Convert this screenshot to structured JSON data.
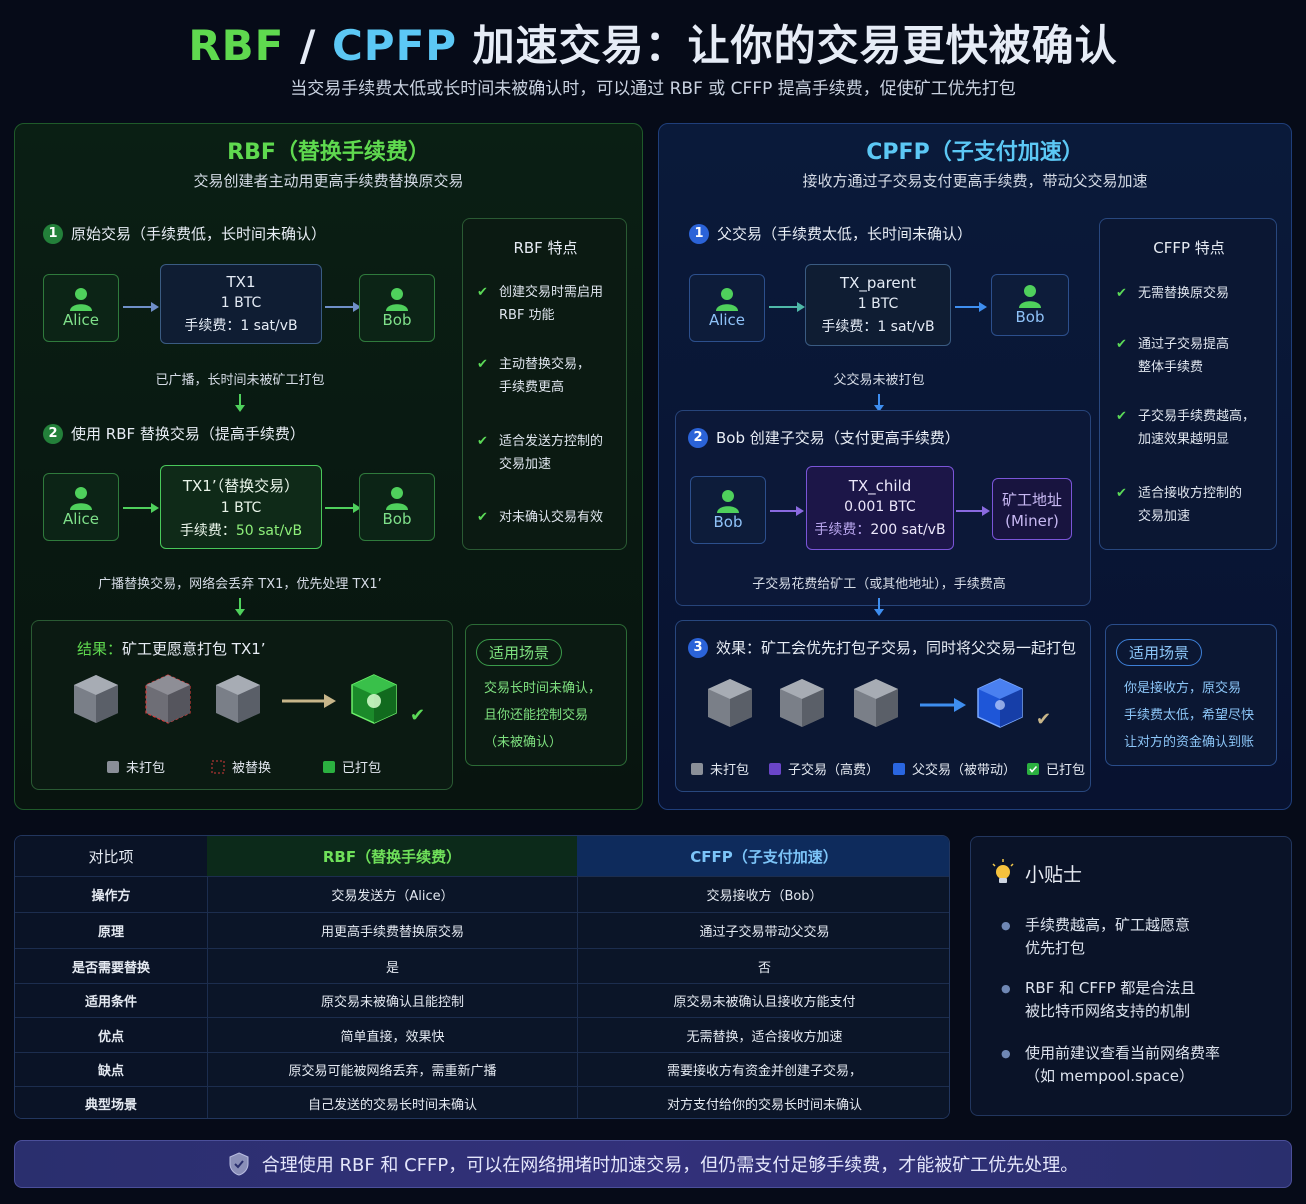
{
  "header": {
    "title_rbf": "RBF",
    "title_sep": " / ",
    "title_cpfp": "CPFP",
    "title_rest": " 加速交易：让你的交易更快被确认",
    "subtitle": "当交易手续费太低或长时间未被确认时，可以通过 RBF 或 CFFP 提高手续费，促使矿工优先打包"
  },
  "rbf": {
    "heading": "RBF（替换手续费）",
    "sub": "交易创建者主动用更高手续费替换原交易",
    "step1": {
      "num": "1",
      "label": "原始交易（手续费低，长时间未确认）"
    },
    "alice": "Alice",
    "bob": "Bob",
    "tx1": {
      "name": "TX1",
      "amount": "1 BTC",
      "fee_label": "手续费：",
      "fee": "1 sat/vB"
    },
    "note1": "已广播，长时间未被矿工打包",
    "step2": {
      "num": "2",
      "label": "使用 RBF 替换交易（提高手续费）"
    },
    "tx1b": {
      "name": "TX1’（替换交易）",
      "amount": "1 BTC",
      "fee_label": "手续费：",
      "fee": "50 sat/vB"
    },
    "note2": "广播替换交易，网络会丢弃 TX1，优先处理 TX1’",
    "features": {
      "title": "RBF 特点",
      "items": [
        [
          "创建交易时需启用",
          "RBF 功能"
        ],
        [
          "主动替换交易，",
          "手续费更高"
        ],
        [
          "适合发送方控制的",
          "交易加速"
        ],
        [
          "对未确认交易有效"
        ]
      ]
    },
    "result": {
      "label": "结果：",
      "text": "矿工更愿意打包 TX1’"
    },
    "legend": [
      "未打包",
      "被替换",
      "已打包"
    ],
    "scenario": {
      "title": "适用场景",
      "lines": [
        "交易长时间未确认，",
        "且你还能控制交易",
        "（未被确认）"
      ]
    }
  },
  "cpfp": {
    "heading": "CPFP（子支付加速）",
    "sub": "接收方通过子交易支付更高手续费，带动父交易加速",
    "step1": {
      "num": "1",
      "label": "父交易（手续费太低，长时间未确认）"
    },
    "alice": "Alice",
    "bob": "Bob",
    "tx_parent": {
      "name": "TX_parent",
      "amount": "1 BTC",
      "fee_label": "手续费：",
      "fee": "1 sat/vB"
    },
    "note1": "父交易未被打包",
    "step2": {
      "num": "2",
      "label": "Bob 创建子交易（支付更高手续费）"
    },
    "bob2": "Bob",
    "tx_child": {
      "name": "TX_child",
      "amount": "0.001 BTC",
      "fee_label": "手续费：",
      "fee": "200 sat/vB"
    },
    "miner": {
      "line1": "矿工地址",
      "line2": "(Miner)"
    },
    "note2": "子交易花费给矿工（或其他地址），手续费高",
    "features": {
      "title": "CFFP 特点",
      "items": [
        [
          "无需替换原交易"
        ],
        [
          "通过子交易提高",
          "整体手续费"
        ],
        [
          "子交易手续费越高，",
          "加速效果越明显"
        ],
        [
          "适合接收方控制的",
          "交易加速"
        ]
      ]
    },
    "step3": {
      "num": "3",
      "label": "效果：矿工会优先打包子交易，同时将父交易一起打包"
    },
    "legend": [
      "未打包",
      "子交易（高费）",
      "父交易（被带动）",
      "已打包"
    ],
    "scenario": {
      "title": "适用场景",
      "lines": [
        "你是接收方，原交易",
        "手续费太低，希望尽快",
        "让对方的资金确认到账"
      ]
    }
  },
  "table": {
    "headers": [
      "对比项",
      "RBF（替换手续费）",
      "CFFP（子支付加速）"
    ],
    "rows": [
      [
        "操作方",
        "交易发送方（Alice）",
        "交易接收方（Bob）"
      ],
      [
        "原理",
        "用更高手续费替换原交易",
        "通过子交易带动父交易"
      ],
      [
        "是否需要替换",
        "是",
        "否"
      ],
      [
        "适用条件",
        "原交易未被确认且能控制",
        "原交易未被确认且接收方能支付"
      ],
      [
        "优点",
        "简单直接，效果快",
        "无需替换，适合接收方加速"
      ],
      [
        "缺点",
        "原交易可能被网络丢弃，需重新广播",
        "需要接收方有资金并创建子交易，"
      ],
      [
        "典型场景",
        "自己发送的交易长时间未确认",
        "对方支付给你的交易长时间未确认"
      ]
    ]
  },
  "tips": {
    "title": "小贴士",
    "items": [
      [
        "手续费越高，矿工越愿意",
        "优先打包"
      ],
      [
        "RBF 和 CFFP 都是合法且",
        "被比特币网络支持的机制"
      ],
      [
        "使用前建议查看当前网络费率",
        "（如 mempool.space）"
      ]
    ]
  },
  "banner": {
    "text": "合理使用 RBF 和 CFFP，可以在网络拥堵时加速交易，但仍需支付足够手续费，才能被矿工优先处理。"
  },
  "colors": {
    "rbf_green": "#5fd94f",
    "cpfp_blue": "#5cc8f5",
    "check": "#5bd957",
    "child_purple": "#7a55d8"
  },
  "icons": [
    "person-icon",
    "arrow-right-icon",
    "arrow-down-icon",
    "check-icon",
    "block-cube-icon",
    "lightbulb-icon",
    "shield-icon"
  ]
}
